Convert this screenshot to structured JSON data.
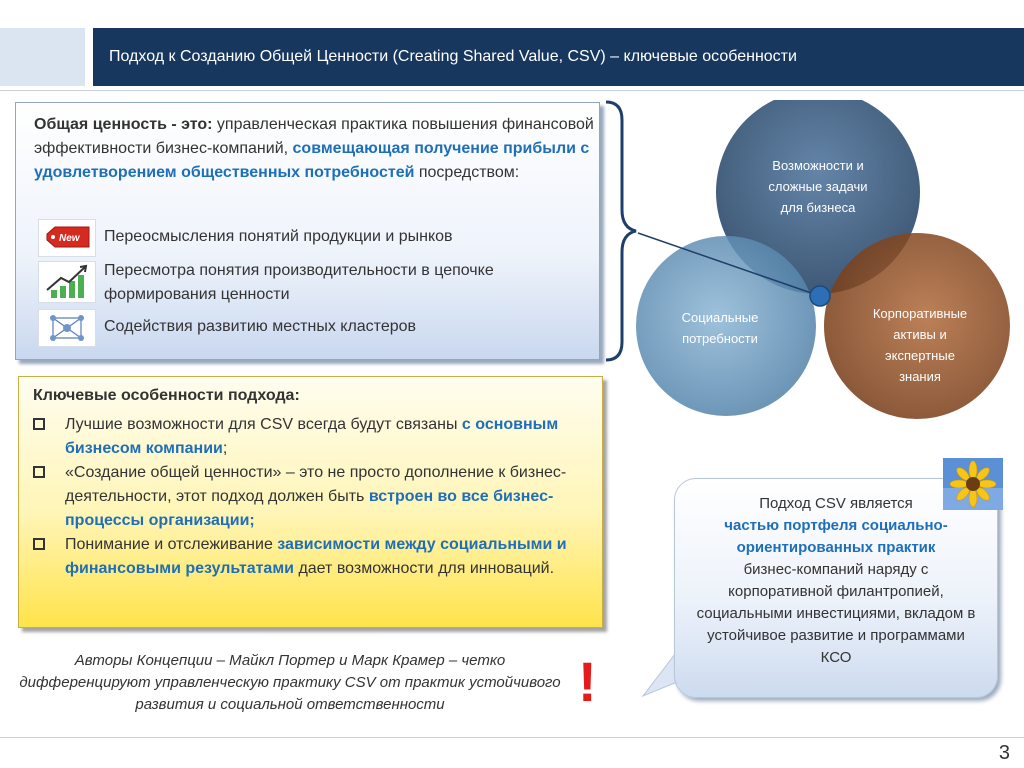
{
  "header": {
    "title": "Подход к Созданию Общей Ценности (Creating Shared Value, CSV) – ключевые особенности"
  },
  "definition": {
    "lead_bold": "Общая ценность - это:",
    "lead_text": " управленческая практика повышения финансовой эффективности бизнес-компаний, ",
    "highlight": "совмещающая получение прибыли с удовлетворением общественных потребностей",
    "tail": " посредством:",
    "items": [
      {
        "icon": "new-tag-icon",
        "text": "Переосмысления понятий продукции и рынков"
      },
      {
        "icon": "growth-chart-icon",
        "text": "Пересмотра понятия производительности в цепочке формирования  ценности"
      },
      {
        "icon": "network-cluster-icon",
        "text": "Содействия развитию местных кластеров"
      }
    ]
  },
  "features": {
    "title": "Ключевые особенности подхода:",
    "items": [
      {
        "pre": "Лучшие возможности для CSV всегда будут связаны ",
        "hl": "с основным бизнесом компании",
        "post": ";"
      },
      {
        "pre": "«Создание общей ценности» – это не просто дополнение к бизнес-деятельности, этот подход должен быть ",
        "hl": "встроен во все бизнес-процессы организации;",
        "post": ""
      },
      {
        "pre": "Понимание и отслеживание ",
        "hl": "зависимости между социальными и финансовыми  результатами",
        "post": " дает возможности для инноваций."
      }
    ]
  },
  "note": {
    "text": "Авторы Концепции – Майкл Портер и Марк Крамер – четко дифференцируют управленческую практику CSV от практик устойчивого развития и социальной ответственности",
    "mark": "!"
  },
  "venn": {
    "top": [
      "Возможности и",
      "сложные задачи",
      "для бизнеса"
    ],
    "left": [
      "Социальные",
      "потребности"
    ],
    "right": [
      "Корпоративные",
      "активы и",
      "экспертные",
      "знания"
    ],
    "colors": {
      "top": "#3f5f82",
      "left": "#5c8fb3",
      "right": "#8b4a22"
    }
  },
  "bubble": {
    "line1": "Подход CSV является",
    "hl": "частью портфеля социально-ориентированных практик",
    "rest": "бизнес-компаний наряду с корпоративной филантропией, социальными инвестициями, вкладом в устойчивое развитие и программами КСО"
  },
  "page_number": "3"
}
